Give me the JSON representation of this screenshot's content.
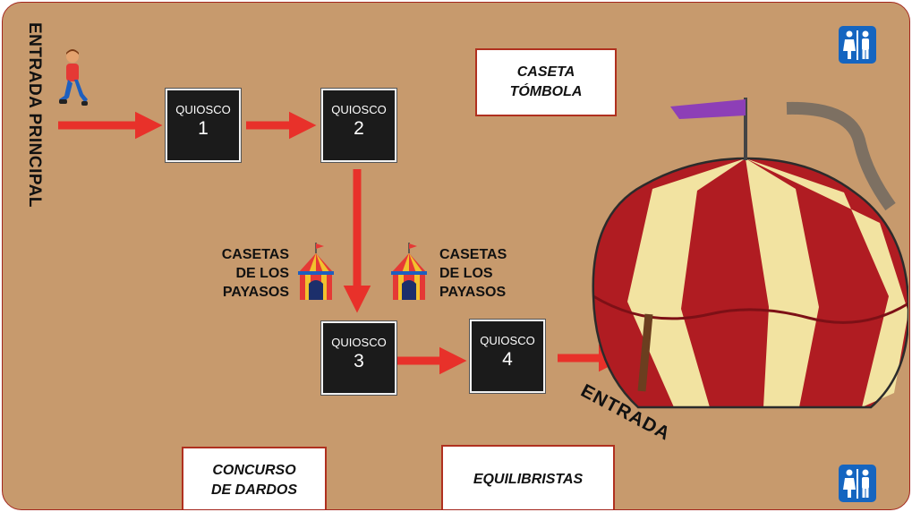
{
  "entrance": {
    "label": "ENTRADA PRINCIPAL"
  },
  "kiosks": [
    {
      "label": "QUIOSCO",
      "number": "1"
    },
    {
      "label": "QUIOSCO",
      "number": "2"
    },
    {
      "label": "QUIOSCO",
      "number": "3"
    },
    {
      "label": "QUIOSCO",
      "number": "4"
    }
  ],
  "booths": {
    "tombola": {
      "line1": "CASETA",
      "line2": "TÓMBOLA"
    },
    "dardos": {
      "line1": "CONCURSO",
      "line2": "DE DARDOS"
    },
    "equilibristas": {
      "line1": "EQUILIBRISTAS"
    }
  },
  "clown_booths": {
    "left": {
      "line1": "CASETAS",
      "line2": "DE LOS",
      "line3": "PAYASOS"
    },
    "right": {
      "line1": "CASETAS",
      "line2": "DE LOS",
      "line3": "PAYASOS"
    }
  },
  "big_tent": {
    "entrance_label": "ENTRADA"
  },
  "icons": [
    "walking-person-icon",
    "restroom-icon",
    "circus-tent-icon",
    "arrow-icon"
  ],
  "colors": {
    "background": "#c79a6d",
    "arrow": "#e8312a",
    "kiosk": "#1b1b1b",
    "restroom": "#1565c0",
    "border": "#a3261d"
  }
}
